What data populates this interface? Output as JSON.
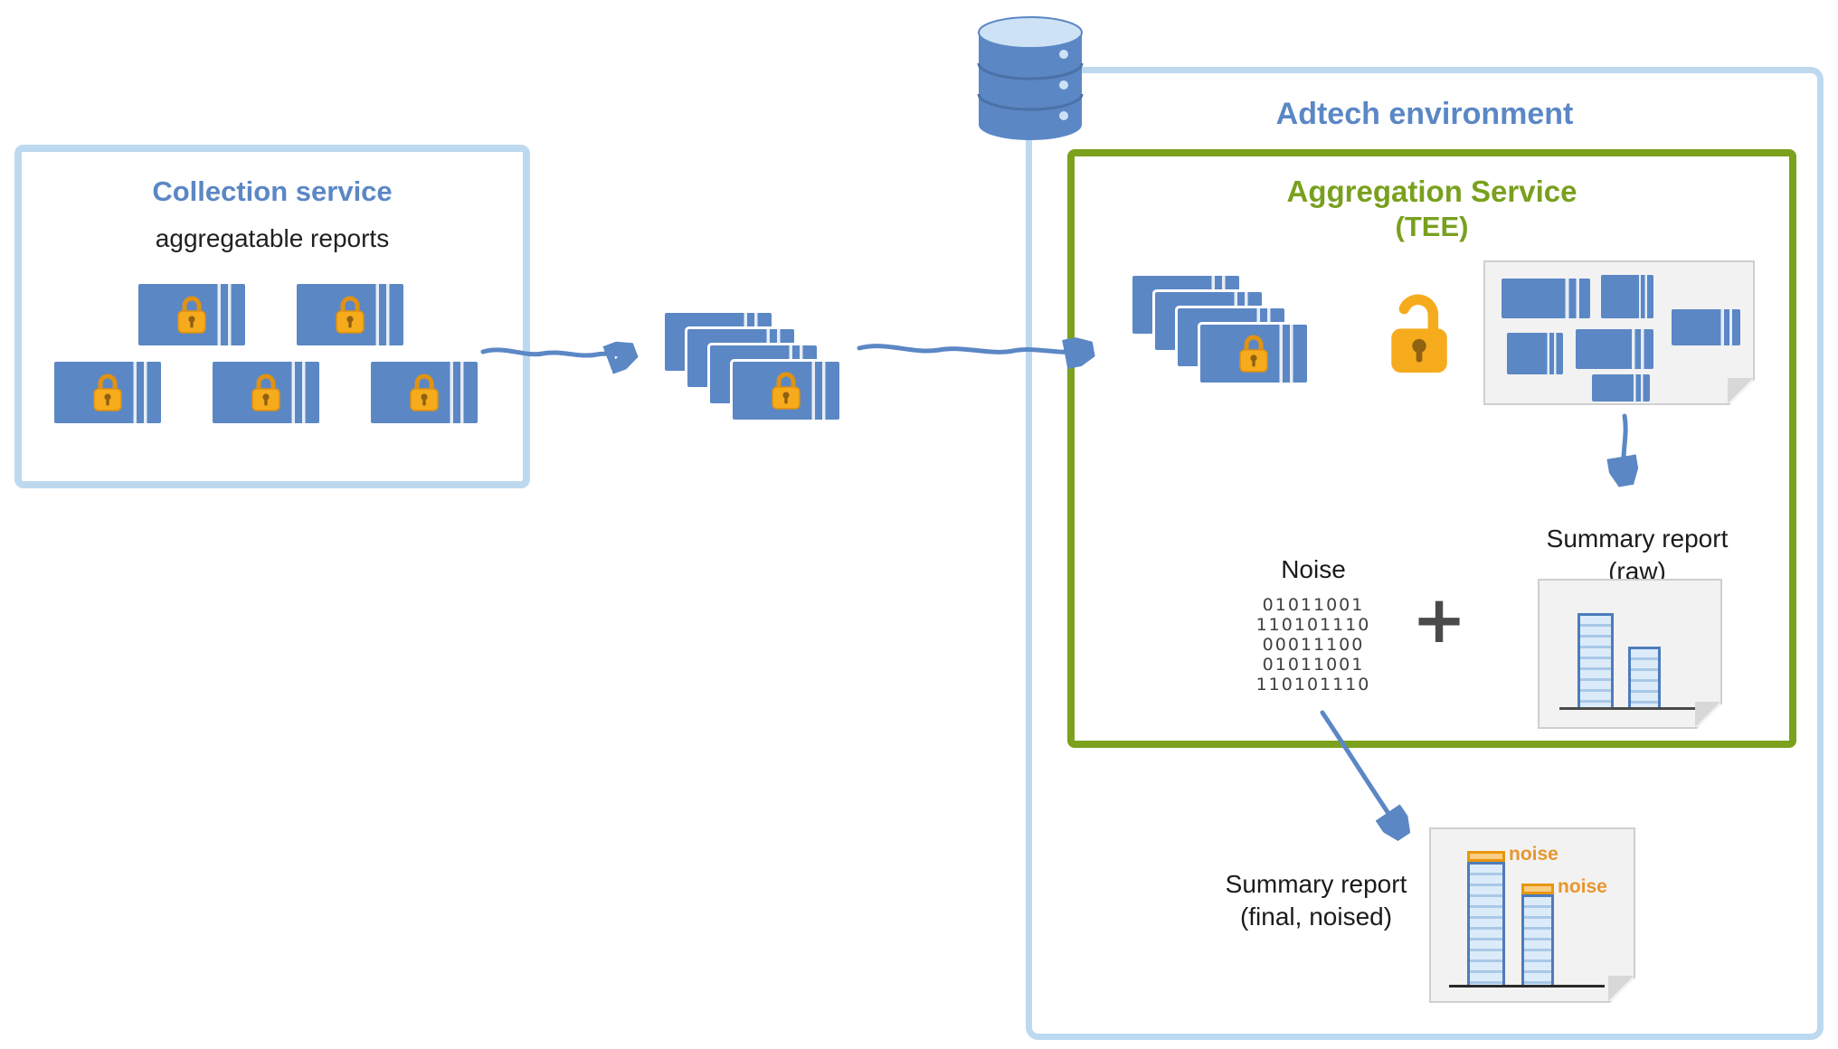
{
  "colors": {
    "report_blue": "#5b87c5",
    "box_border_light_blue": "#bdd9f0",
    "title_blue": "#5b87c5",
    "tee_green": "#7ba11d",
    "lock_orange": "#f6ab1c",
    "noise_orange": "#e8962e",
    "doc_gray": "#f2f2f2"
  },
  "collection_service": {
    "title": "Collection service",
    "subtitle": "aggregatable reports"
  },
  "adtech_environment": {
    "title": "Adtech environment"
  },
  "aggregation_service": {
    "title": "Aggregation Service",
    "subtitle": "(TEE)"
  },
  "noise_block": {
    "label": "Noise",
    "plus": "+",
    "binary_lines": [
      "01011001",
      "110101110",
      "00011100",
      "01011001",
      "110101110"
    ]
  },
  "summary_report_raw": {
    "line1": "Summary report",
    "line2": "(raw)"
  },
  "summary_report_final": {
    "line1": "Summary report",
    "line2": "(final, noised)",
    "noise_caption_top": "noise",
    "noise_caption_bottom": "noise"
  }
}
